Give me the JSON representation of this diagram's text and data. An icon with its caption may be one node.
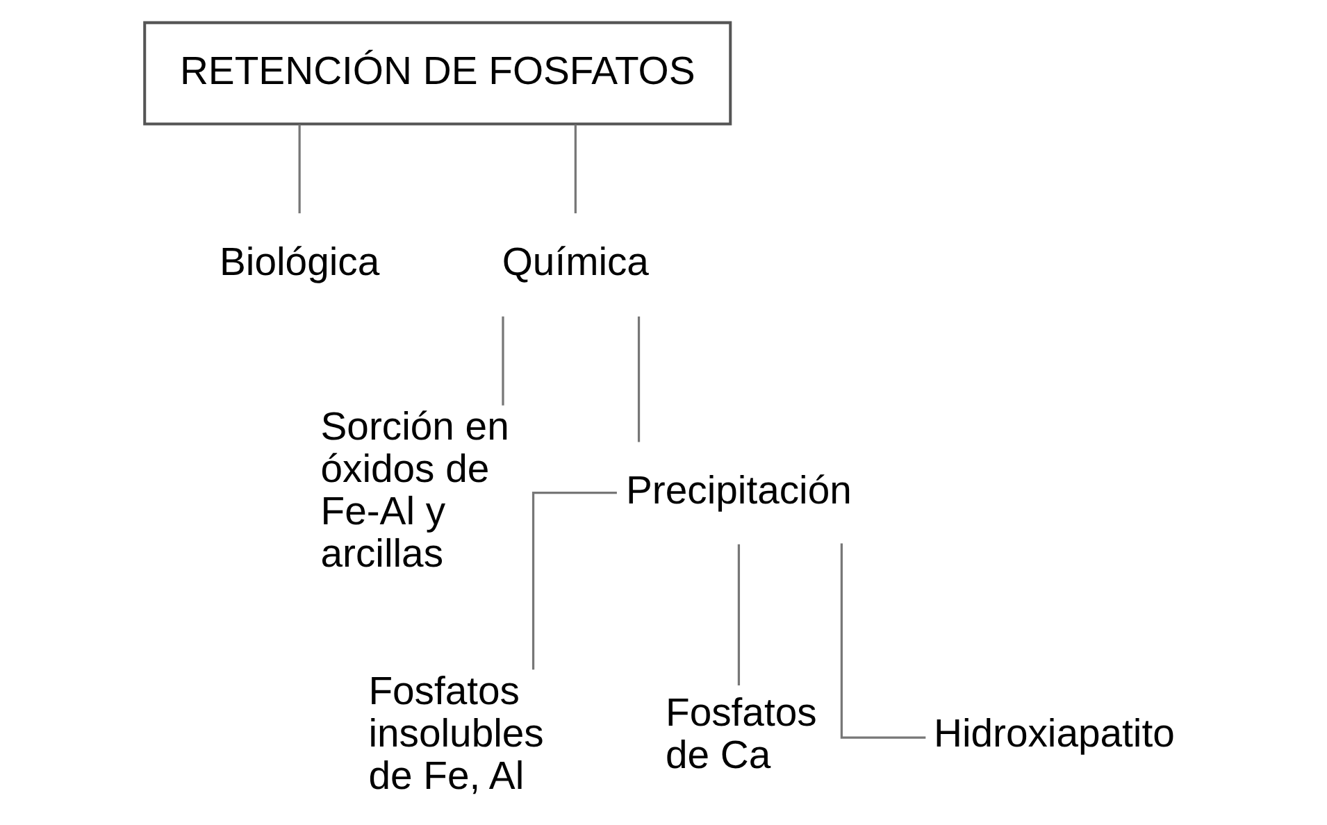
{
  "diagram": {
    "nodes": [
      {
        "text": [
          "RETENCIÓN DE FOSFATOS"
        ]
      },
      {
        "text": [
          "Biológica"
        ]
      },
      {
        "text": [
          "Química"
        ]
      },
      {
        "text": [
          "Sorción en óxidos de Fe-Al y arcillas"
        ]
      },
      {
        "text": [
          "Precipitación"
        ]
      },
      {
        "text": [
          "Fosfatos insolubles de Fe, Al"
        ]
      },
      {
        "text": [
          "Fosfatos de Ca"
        ]
      },
      {
        "text": [
          "Hidroxiapatito"
        ]
      }
    ],
    "edges": [
      {
        "from": 0,
        "to": 1,
        "arrow": "none"
      },
      {
        "from": 0,
        "to": 2,
        "arrow": "none"
      },
      {
        "from": 2,
        "to": 3,
        "arrow": "none"
      },
      {
        "from": 2,
        "to": 4,
        "arrow": "none"
      },
      {
        "from": 4,
        "to": 5,
        "arrow": "none"
      },
      {
        "from": 4,
        "to": 6,
        "arrow": "none"
      },
      {
        "from": 4,
        "to": 7,
        "arrow": "none"
      }
    ]
  }
}
